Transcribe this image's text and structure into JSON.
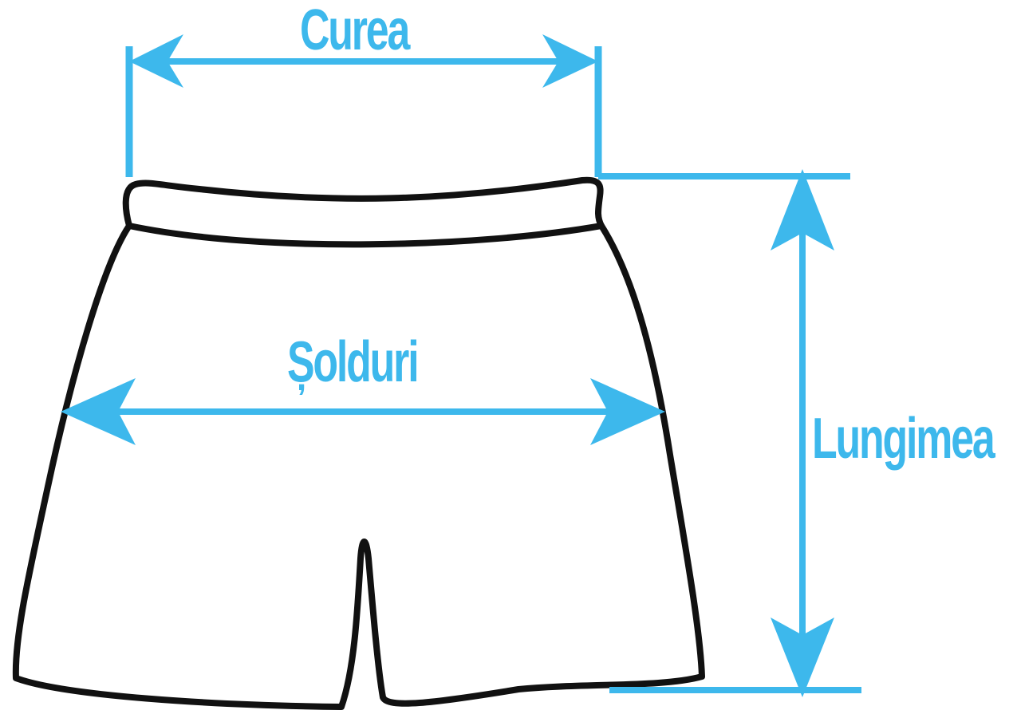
{
  "colors": {
    "accent": "#3db8ec",
    "outline": "#111111",
    "background": "#ffffff"
  },
  "labels": {
    "waist": "Curea",
    "hips": "Șolduri",
    "length": "Lungimea"
  }
}
